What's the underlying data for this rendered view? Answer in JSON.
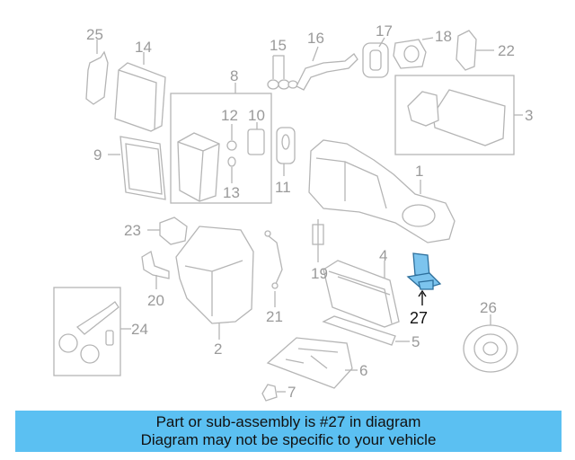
{
  "diagram": {
    "callouts": [
      "25",
      "14",
      "15",
      "16",
      "17",
      "18",
      "22",
      "8",
      "12",
      "10",
      "3",
      "9",
      "13",
      "11",
      "1",
      "23",
      "27",
      "26",
      "4",
      "19",
      "20",
      "24",
      "21",
      "2",
      "5",
      "6",
      "7"
    ],
    "highlighted_part": "27"
  },
  "banner": {
    "line1": "Part or sub-assembly is #27 in diagram",
    "line2": "Diagram may not be specific to your vehicle"
  },
  "colors": {
    "banner_bg": "#5bc0f2",
    "highlight_fill": "#7cc4ee",
    "line_art": "#b5b5b5"
  }
}
